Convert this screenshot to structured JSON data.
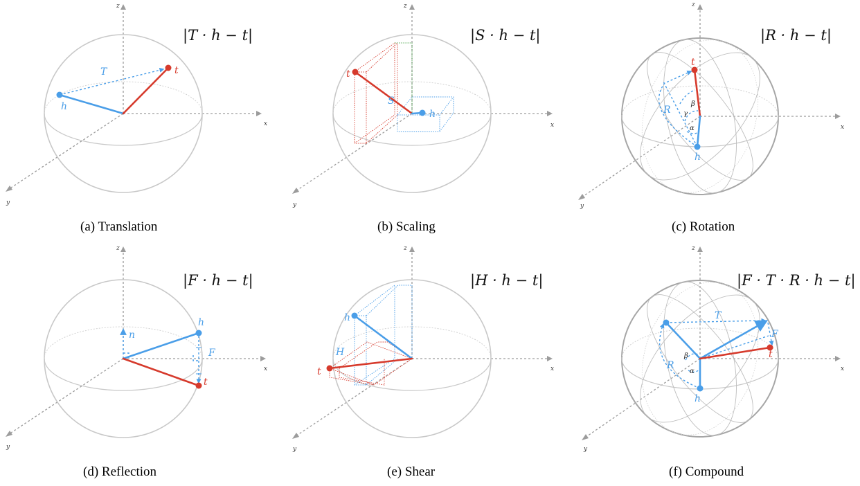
{
  "axes": {
    "x": "x",
    "y": "y",
    "z": "z"
  },
  "colors": {
    "head_vector": "#4a9ee8",
    "tail_vector": "#d63a2c",
    "axis": "#9c9c9c",
    "sphere": "#c8c8c8",
    "scaling_guide": "#4aa64a"
  },
  "panels": [
    {
      "id": "a",
      "formula": "|T · h − t|",
      "caption": "(a) Translation",
      "labels": {
        "h": "h",
        "t": "t",
        "op": "T"
      }
    },
    {
      "id": "b",
      "formula": "|S · h − t|",
      "caption": "(b) Scaling",
      "labels": {
        "h": "h",
        "t": "t",
        "op": "S"
      }
    },
    {
      "id": "c",
      "formula": "|R · h − t|",
      "caption": "(c) Rotation",
      "labels": {
        "h": "h",
        "t": "t",
        "op": "R",
        "alpha": "α",
        "beta": "β",
        "gamma": "γ"
      }
    },
    {
      "id": "d",
      "formula": "|F · h − t|",
      "caption": "(d) Reflection",
      "labels": {
        "h": "h",
        "t": "t",
        "op": "F",
        "n": "n"
      }
    },
    {
      "id": "e",
      "formula": "|H · h − t|",
      "caption": "(e) Shear",
      "labels": {
        "h": "h",
        "t": "t",
        "op": "H"
      }
    },
    {
      "id": "f",
      "formula": "|F · T · R · h − t|",
      "caption": "(f) Compound",
      "labels": {
        "h": "h",
        "t": "t",
        "T": "T",
        "F": "F",
        "R": "R",
        "alpha": "α",
        "beta": "β"
      }
    }
  ]
}
